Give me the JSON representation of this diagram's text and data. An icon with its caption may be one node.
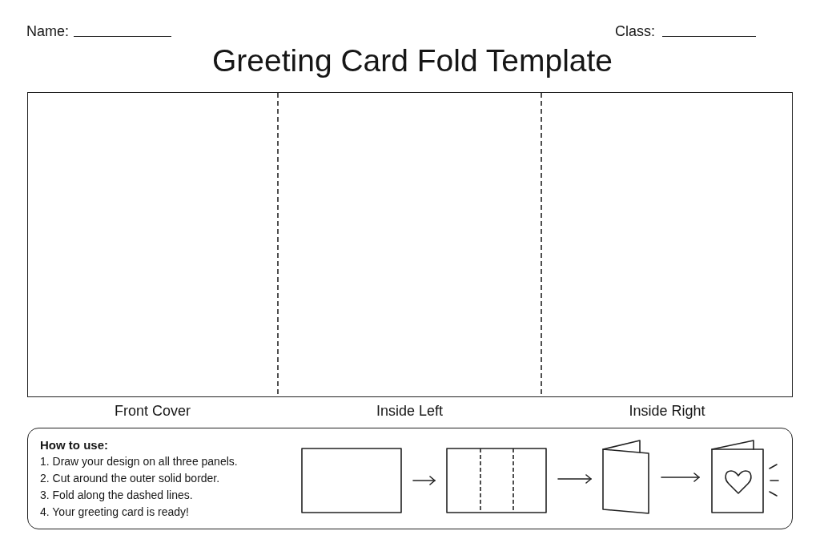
{
  "diagram": {
    "title": "Greeting Card Fold Template",
    "nodes": [
      {
        "text": [
          "Front Cover"
        ]
      },
      {
        "text": [
          "Inside Left"
        ]
      },
      {
        "text": [
          "Inside Right"
        ]
      },
      {
        "text": [
          "How to use:",
          "1. Draw your design on all three panels.",
          "2. Cut around the outer solid border.",
          "3. Fold along the dashed lines.",
          "4. Your greeting card is ready!"
        ]
      },
      {
        "text": [],
        "shape": "box",
        "in": 3
      },
      {
        "text": [],
        "shape": "picture",
        "in": 3
      },
      {
        "text": [],
        "shape": "card",
        "in": 3
      },
      {
        "text": [],
        "shape": "picture",
        "in": 3
      }
    ],
    "edges": [
      {
        "from": 4,
        "to": 5,
        "arrow": "to"
      },
      {
        "from": 5,
        "to": 6,
        "arrow": "to"
      },
      {
        "from": 6,
        "to": 7,
        "arrow": "to"
      }
    ],
    "labels": [
      "Name:",
      "Class:"
    ]
  }
}
